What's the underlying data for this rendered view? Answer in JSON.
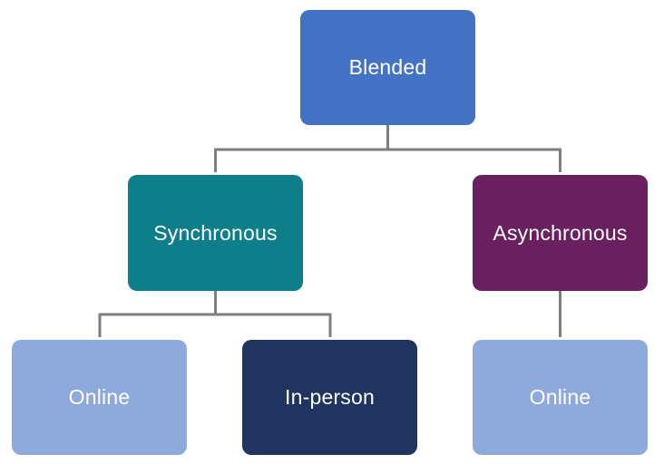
{
  "nodes": {
    "blended": {
      "label": "Blended",
      "color": "#4472C4"
    },
    "sync": {
      "label": "Synchronous",
      "color": "#0E7F8A"
    },
    "async": {
      "label": "Asynchronous",
      "color": "#6A1F5F"
    },
    "online_1": {
      "label": "Online",
      "color": "#8EA9DB"
    },
    "in_person": {
      "label": "In-person",
      "color": "#1F3560"
    },
    "online_2": {
      "label": "Online",
      "color": "#8EA9DB"
    }
  },
  "connector_color": "#7F7F7F"
}
